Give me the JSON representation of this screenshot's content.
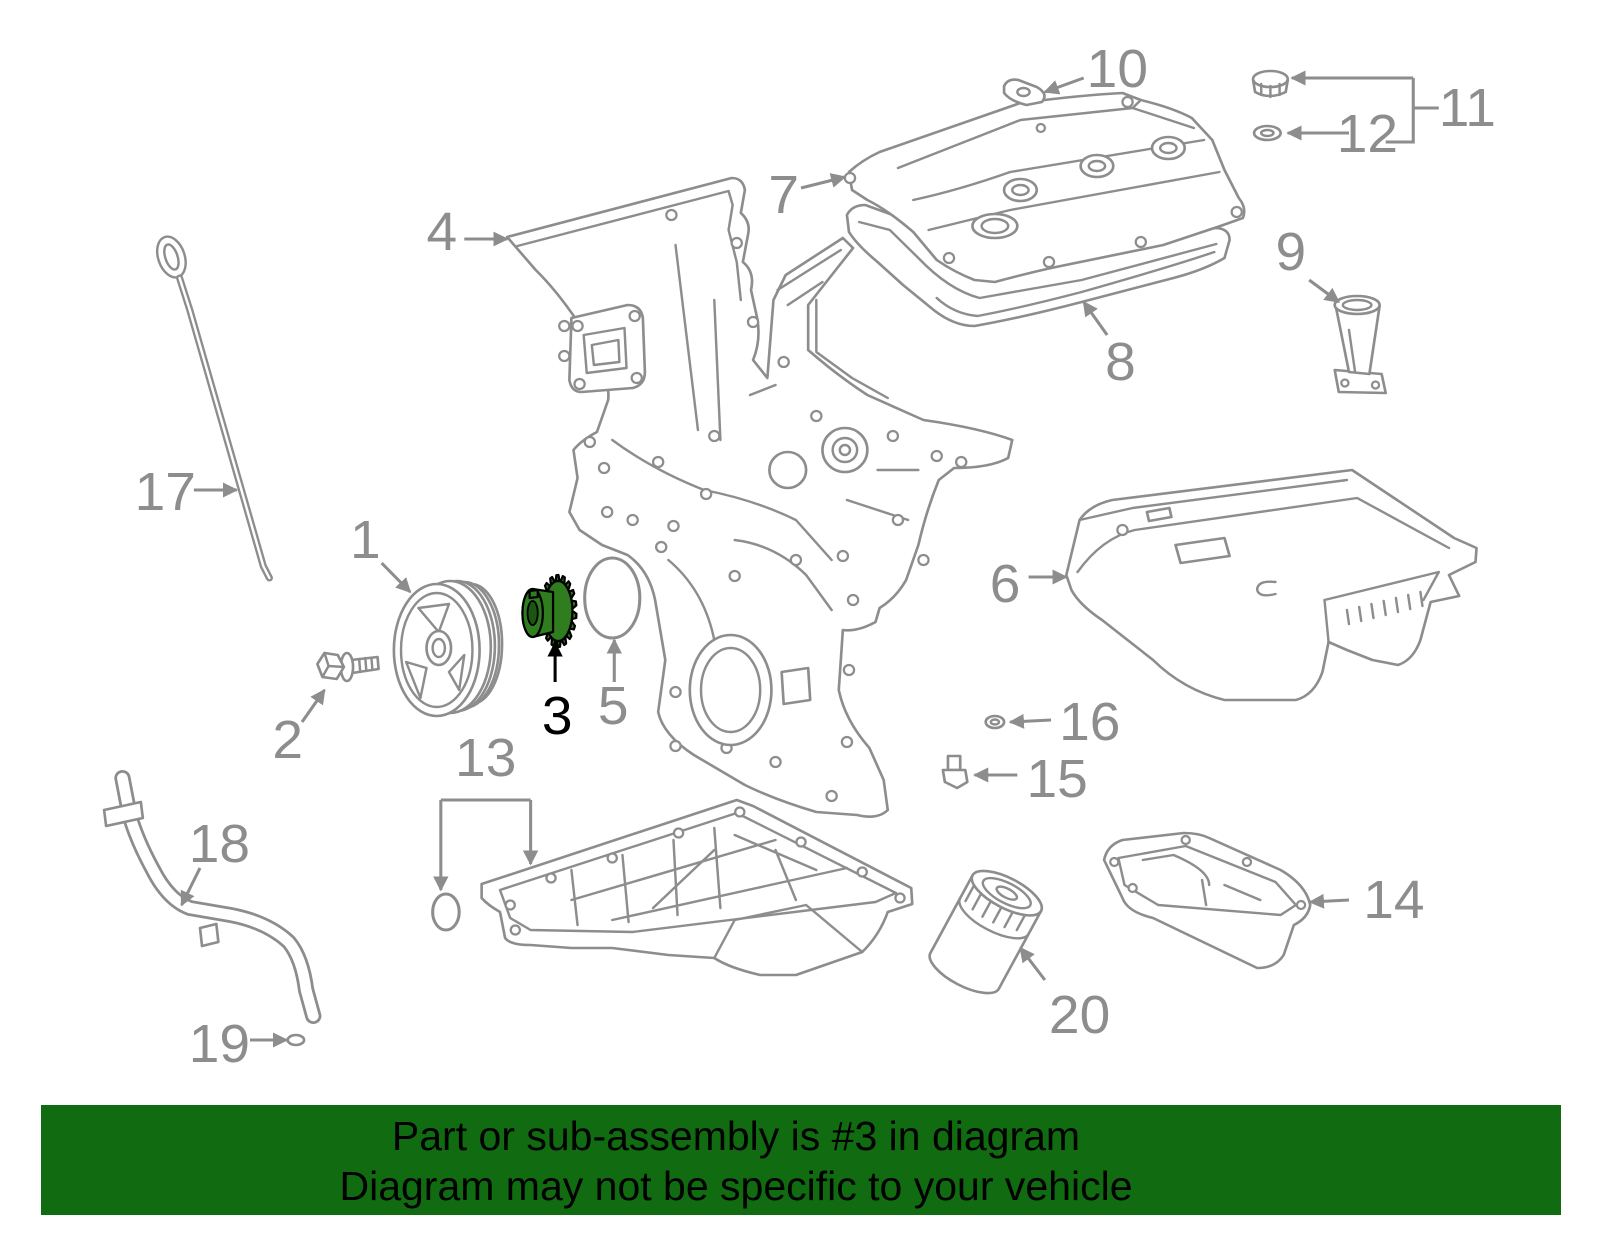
{
  "diagram": {
    "callouts": [
      "1",
      "2",
      "3",
      "4",
      "5",
      "6",
      "7",
      "8",
      "9",
      "10",
      "11",
      "12",
      "13",
      "14",
      "15",
      "16",
      "17",
      "18",
      "19",
      "20"
    ]
  },
  "banner": {
    "line1": "Part or sub-assembly is #3 in diagram",
    "line2": "Diagram may not be specific to your vehicle"
  },
  "colors": {
    "line_art": "#8d8d8d",
    "highlight_part": "#2f7d1e",
    "banner_background": "#116b10",
    "banner_text": "#000000"
  }
}
